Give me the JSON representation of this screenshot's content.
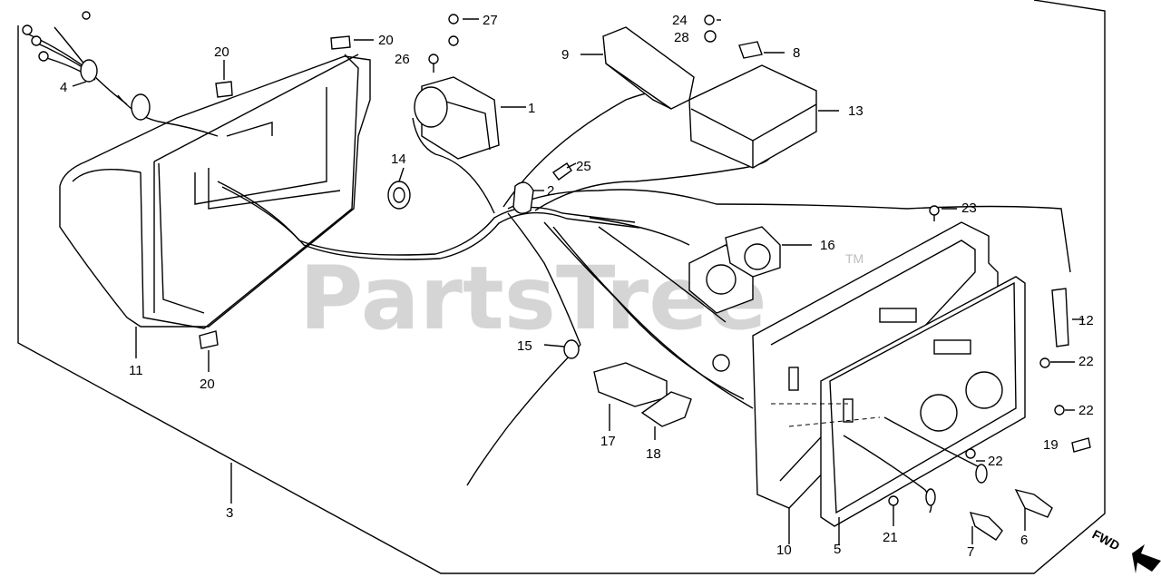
{
  "watermark": {
    "text": "PartsTree",
    "tm": "TM"
  },
  "direction_label": "FWD",
  "callouts": [
    {
      "id": "c1",
      "text": "1"
    },
    {
      "id": "c2",
      "text": "2"
    },
    {
      "id": "c3",
      "text": "3"
    },
    {
      "id": "c4",
      "text": "4"
    },
    {
      "id": "c5",
      "text": "5"
    },
    {
      "id": "c6",
      "text": "6"
    },
    {
      "id": "c7",
      "text": "7"
    },
    {
      "id": "c8",
      "text": "8"
    },
    {
      "id": "c9",
      "text": "9"
    },
    {
      "id": "c10",
      "text": "10"
    },
    {
      "id": "c11",
      "text": "11"
    },
    {
      "id": "c12",
      "text": "12"
    },
    {
      "id": "c13",
      "text": "13"
    },
    {
      "id": "c14",
      "text": "14"
    },
    {
      "id": "c15",
      "text": "15"
    },
    {
      "id": "c16",
      "text": "16"
    },
    {
      "id": "c17",
      "text": "17"
    },
    {
      "id": "c18",
      "text": "18"
    },
    {
      "id": "c19",
      "text": "19"
    },
    {
      "id": "c20a",
      "text": "20"
    },
    {
      "id": "c20b",
      "text": "20"
    },
    {
      "id": "c20c",
      "text": "20"
    },
    {
      "id": "c21",
      "text": "21"
    },
    {
      "id": "c22a",
      "text": "22"
    },
    {
      "id": "c22b",
      "text": "22"
    },
    {
      "id": "c22c",
      "text": "22"
    },
    {
      "id": "c23",
      "text": "23"
    },
    {
      "id": "c24",
      "text": "24"
    },
    {
      "id": "c25",
      "text": "25"
    },
    {
      "id": "c26",
      "text": "26"
    },
    {
      "id": "c27",
      "text": "27"
    },
    {
      "id": "c28",
      "text": "28"
    }
  ]
}
